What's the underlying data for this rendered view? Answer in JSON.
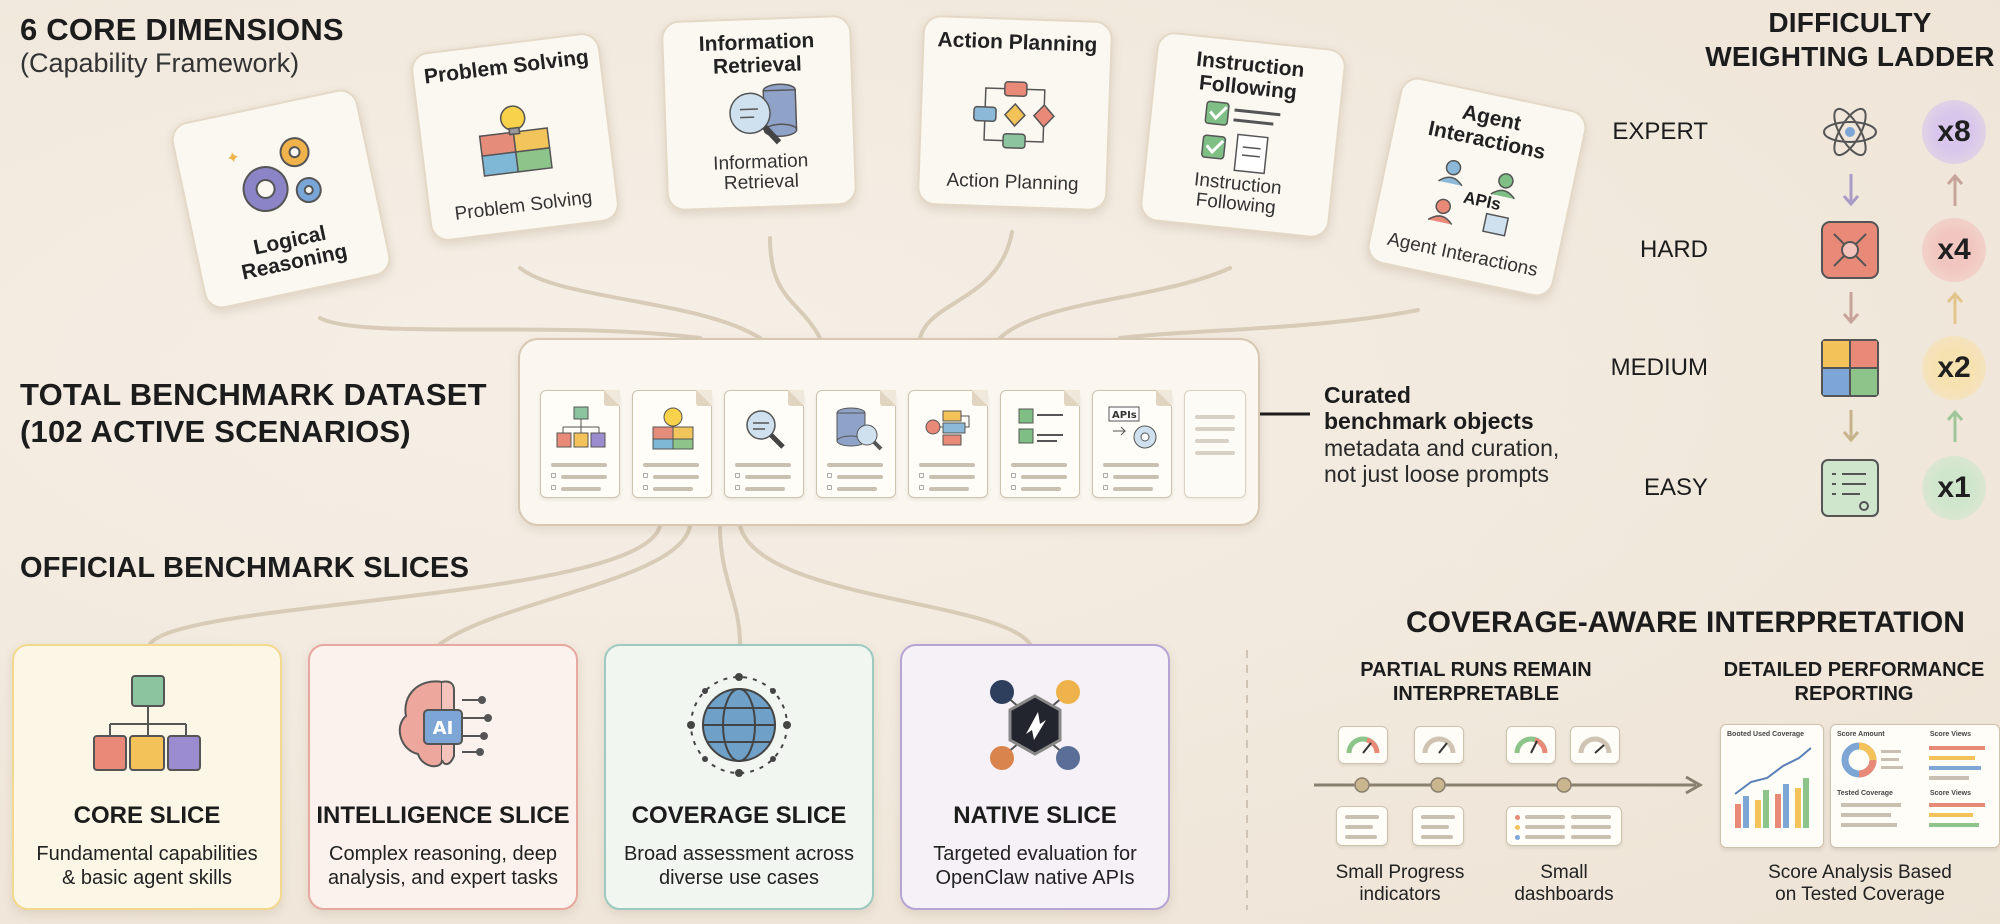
{
  "core_dimensions": {
    "title": "6 CORE DIMENSIONS",
    "subtitle": "(Capability Framework)",
    "cards": [
      {
        "title": "",
        "caption": "Logical Reasoning",
        "icon": "gears-icon"
      },
      {
        "title": "Problem Solving",
        "caption": "Problem Solving",
        "icon": "lightbulb-puzzle-icon"
      },
      {
        "title": "Information Retrieval",
        "caption": "Information Retrieval",
        "icon": "magnifier-database-icon"
      },
      {
        "title": "Action Planning",
        "caption": "Action Planning",
        "icon": "flowchart-icon"
      },
      {
        "title": "Instruction Following",
        "caption": "Instruction Following",
        "icon": "checklist-icon"
      },
      {
        "title": "Agent Interactions",
        "caption": "Agent Interactions",
        "icon": "agents-api-icon"
      }
    ]
  },
  "dataset": {
    "title_line1": "TOTAL BENCHMARK DATASET",
    "title_line2": "(102 ACTIVE SCENARIOS)",
    "note_title_line1": "Curated",
    "note_title_line2": "benchmark objects",
    "note_line1": "metadata and curation,",
    "note_line2": "not just loose prompts",
    "apis_label": "APIs"
  },
  "slices": {
    "title": "OFFICIAL BENCHMARK SLICES",
    "items": [
      {
        "title": "CORE SLICE",
        "desc_line1": "Fundamental capabilities",
        "desc_line2": "& basic agent skills",
        "color": "#f3d98d",
        "bg": "#fbf6e6"
      },
      {
        "title": "INTELLIGENCE SLICE",
        "desc_line1": "Complex reasoning, deep",
        "desc_line2": "analysis, and expert tasks",
        "color": "#e7a8a0",
        "bg": "#fbf2ee",
        "icon_text": "AI"
      },
      {
        "title": "COVERAGE SLICE",
        "desc_line1": "Broad assessment across",
        "desc_line2": "diverse use cases",
        "color": "#9ccac0",
        "bg": "#f1f6f1"
      },
      {
        "title": "NATIVE SLICE",
        "desc_line1": "Targeted evaluation for",
        "desc_line2": "OpenClaw native APIs",
        "color": "#b6a4d6",
        "bg": "#f5f1f6"
      }
    ]
  },
  "ladder": {
    "title_line1": "DIFFICULTY",
    "title_line2": "WEIGHTING LADDER",
    "levels": [
      {
        "label": "EXPERT",
        "multiplier": "x8",
        "color": "#d9c6ec"
      },
      {
        "label": "HARD",
        "multiplier": "x4",
        "color": "#f1c6c0"
      },
      {
        "label": "MEDIUM",
        "multiplier": "x2",
        "color": "#f6e1b0"
      },
      {
        "label": "EASY",
        "multiplier": "x1",
        "color": "#cfe6cc"
      }
    ]
  },
  "coverage": {
    "title": "COVERAGE-AWARE INTERPRETATION",
    "left_title_line1": "PARTIAL RUNS REMAIN",
    "left_title_line2": "INTERPRETABLE",
    "right_title_line1": "DETAILED PERFORMANCE",
    "right_title_line2": "REPORTING",
    "cap_progress_line1": "Small Progress",
    "cap_progress_line2": "indicators",
    "cap_dash_line1": "Small",
    "cap_dash_line2": "dashboards",
    "cap_score_line1": "Score Analysis Based",
    "cap_score_line2": "on Tested Coverage",
    "dash_labels": [
      "Booted Used Coverage",
      "Score Amount",
      "Score Views",
      "Tested Coverage",
      "Score Views"
    ]
  }
}
